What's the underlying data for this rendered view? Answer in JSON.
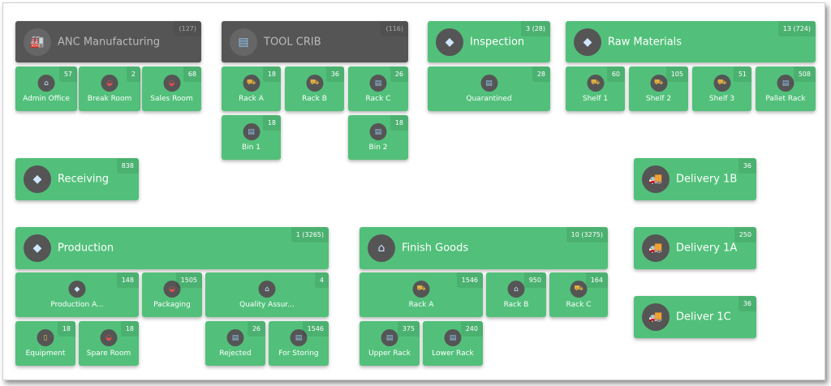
{
  "colors": {
    "tile": "#52c07a",
    "dark": "#555555"
  },
  "tiles": [
    {
      "label": "ANC Manufacturing",
      "count": "(127)",
      "icon": "warehouse-icon"
    },
    {
      "label": "TOOL CRIB",
      "count": "(116)",
      "icon": "crate-icon"
    },
    {
      "label": "Inspection",
      "count": "3 (28)",
      "icon": "pallet-icon"
    },
    {
      "label": "Raw Materials",
      "count": "13 (724)",
      "icon": "pallet-icon"
    },
    {
      "label": "Admin Office",
      "count": "57",
      "icon": "building-icon"
    },
    {
      "label": "Break Room",
      "count": "2",
      "icon": "room-icon"
    },
    {
      "label": "Sales Room",
      "count": "68",
      "icon": "room-icon"
    },
    {
      "label": "Rack A",
      "count": "18",
      "icon": "forklift-icon"
    },
    {
      "label": "Rack B",
      "count": "36",
      "icon": "forklift-icon"
    },
    {
      "label": "Rack C",
      "count": "26",
      "icon": "crate-icon"
    },
    {
      "label": "Quarantined",
      "count": "28",
      "icon": "crate-icon"
    },
    {
      "label": "Shelf 1",
      "count": "60",
      "icon": "forklift-icon"
    },
    {
      "label": "Shelf 2",
      "count": "105",
      "icon": "forklift-icon"
    },
    {
      "label": "Shelf 3",
      "count": "51",
      "icon": "forklift-icon"
    },
    {
      "label": "Pallet Rack",
      "count": "508",
      "icon": "crate-icon"
    },
    {
      "label": "Bin 1",
      "count": "18",
      "icon": "crate-icon"
    },
    {
      "label": "Bin 2",
      "count": "18",
      "icon": "crate-icon"
    },
    {
      "label": "Receiving",
      "count": "838",
      "icon": "pallet-icon"
    },
    {
      "label": "Delivery 1B",
      "count": "36",
      "icon": "truck-icon"
    },
    {
      "label": "Production",
      "count": "1 (3265)",
      "icon": "pallet-icon"
    },
    {
      "label": "Finish Goods",
      "count": "10 (3275)",
      "icon": "building-icon"
    },
    {
      "label": "Delivery 1A",
      "count": "250",
      "icon": "truck-icon"
    },
    {
      "label": "Production A...",
      "count": "148",
      "icon": "pallet-icon"
    },
    {
      "label": "Packaging",
      "count": "1505",
      "icon": "room-icon"
    },
    {
      "label": "Quality Assur...",
      "count": "4",
      "icon": "building-icon"
    },
    {
      "label": "Rack A",
      "count": "1546",
      "icon": "forklift-icon"
    },
    {
      "label": "Rack B",
      "count": "950",
      "icon": "building-icon"
    },
    {
      "label": "Rack C",
      "count": "164",
      "icon": "forklift-icon"
    },
    {
      "label": "Deliver 1C",
      "count": "36",
      "icon": "truck-icon"
    },
    {
      "label": "Equipment",
      "count": "18",
      "icon": "door-icon"
    },
    {
      "label": "Spare Room",
      "count": "18",
      "icon": "room-icon"
    },
    {
      "label": "Rejected",
      "count": "26",
      "icon": "crate-icon"
    },
    {
      "label": "For Storing",
      "count": "1546",
      "icon": "crate-icon"
    },
    {
      "label": "Upper Rack",
      "count": "375",
      "icon": "crate-icon"
    },
    {
      "label": "Lower Rack",
      "count": "240",
      "icon": "crate-icon"
    }
  ]
}
